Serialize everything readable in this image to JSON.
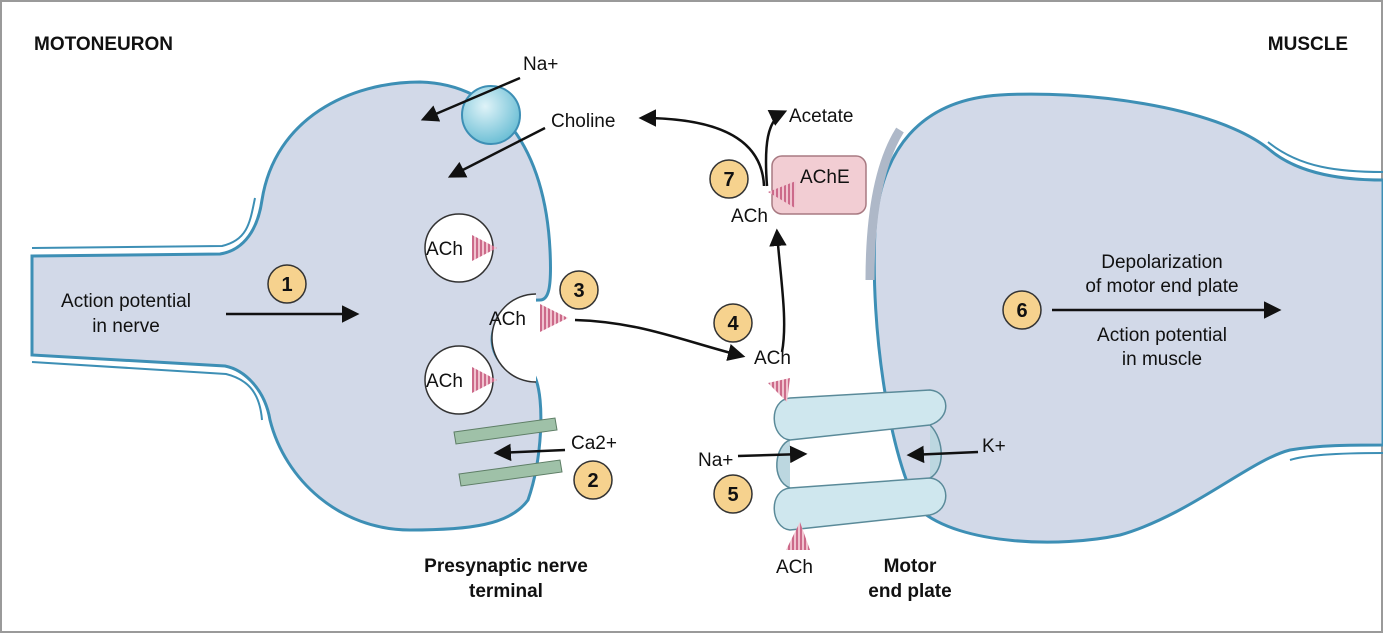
{
  "headers": {
    "left": "MOTONEURON",
    "right": "MUSCLE"
  },
  "captions": {
    "presynaptic_line1": "Presynaptic nerve",
    "presynaptic_line2": "terminal",
    "endplate_line1": "Motor",
    "endplate_line2": "end plate"
  },
  "labels": {
    "na_top": "Na+",
    "choline": "Choline",
    "acetate": "Acetate",
    "ache": "AChE",
    "ach": "ACh",
    "ca": "Ca2+",
    "na_channel": "Na+",
    "k_channel": "K+",
    "action_potential_nerve_1": "Action potential",
    "action_potential_nerve_2": "in nerve",
    "depol_1": "Depolarization",
    "depol_2": "of motor end plate",
    "ap_muscle_1": "Action potential",
    "ap_muscle_2": "in muscle"
  },
  "steps": [
    "1",
    "2",
    "3",
    "4",
    "5",
    "6",
    "7"
  ],
  "colors": {
    "membrane_fill": "#d2d9e8",
    "membrane_edge": "#3d8fb5",
    "step_badge": "#f6d28e",
    "ach_triangle": "#cc6a8a",
    "ache_box": "#f2cdd3",
    "channel": "#cfe7ee",
    "ca_channel": "#9fc1a8"
  }
}
